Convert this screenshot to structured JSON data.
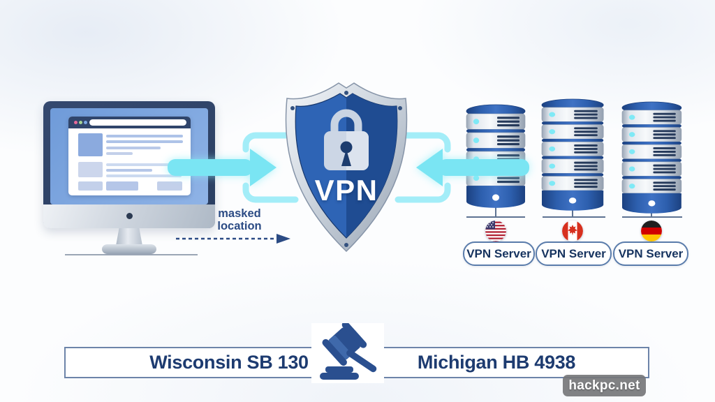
{
  "diagram": {
    "masked_location": "masked location",
    "shield_label": "VPN",
    "servers": [
      {
        "label": "VPN Server",
        "flag_icon": "us-flag-icon"
      },
      {
        "label": "VPN Server",
        "flag_icon": "canada-flag-icon"
      },
      {
        "label": "VPN Server",
        "flag_icon": "germany-flag-icon"
      }
    ],
    "legislation": {
      "left": "Wisconsin SB 130",
      "right": "Michigan HB 4938"
    },
    "watermark": "hackpc.net",
    "icons": {
      "shield": "vpn-shield-icon",
      "lock": "lock-icon",
      "gavel": "gavel-icon",
      "arrows": [
        "arrow-right-icon",
        "arrow-left-icon",
        "dashed-arrow-icon"
      ]
    },
    "colors": {
      "arrow_cyan": "#7ae5f3",
      "shield_blue": "#2e64b5",
      "shield_blue_dark": "#1f4c92",
      "navy_text": "#1d3b70",
      "gavel_blue": "#2a4f8f",
      "pill_border": "#5a7cab"
    }
  }
}
